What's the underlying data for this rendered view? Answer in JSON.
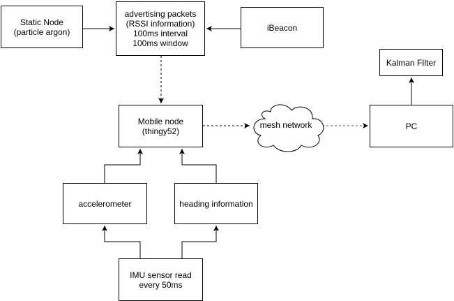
{
  "nodes": {
    "static_node": "Static Node\n(particle argon)",
    "advertising": "advertising packets\n(RSSI information)\n100ms interval\n100ms window",
    "ibeacon": "iBeacon",
    "kalman": "Kalman FIlter",
    "mobile_node": "Mobile node\n(thingy52)",
    "mesh_network": "mesh network",
    "pc": "PC",
    "accelerometer": "accelerometer",
    "heading": "heading information",
    "imu": "IMU sensor read\nevery 50ms"
  },
  "edges": [
    {
      "from": "static_node",
      "to": "advertising",
      "style": "solid"
    },
    {
      "from": "ibeacon",
      "to": "advertising",
      "style": "solid"
    },
    {
      "from": "advertising",
      "to": "mobile_node",
      "style": "dashed"
    },
    {
      "from": "mobile_node",
      "to": "mesh_network",
      "style": "dashed"
    },
    {
      "from": "mesh_network",
      "to": "pc",
      "style": "dashed"
    },
    {
      "from": "pc",
      "to": "kalman",
      "style": "solid"
    },
    {
      "from": "accelerometer",
      "to": "mobile_node",
      "style": "solid"
    },
    {
      "from": "heading",
      "to": "mobile_node",
      "style": "solid"
    },
    {
      "from": "imu",
      "to": "accelerometer",
      "style": "solid"
    },
    {
      "from": "imu",
      "to": "heading",
      "style": "solid"
    }
  ],
  "colors": {
    "stroke": "#000000",
    "fill": "#ffffff",
    "dashed_arrow": "#000000"
  }
}
